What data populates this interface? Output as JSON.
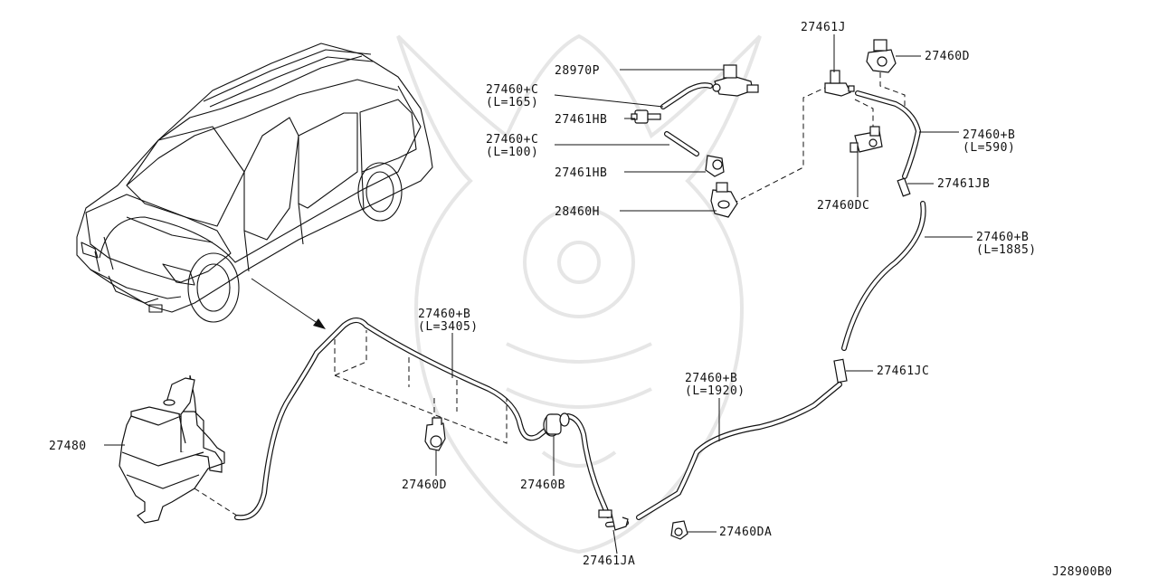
{
  "diagram_code": "J28900B0",
  "parts": {
    "p28970P": "28970P",
    "p27460C_165": "27460+C",
    "p27460C_165_len": "(L=165)",
    "p27461HB_a": "27461HB",
    "p27460C_100": "27460+C",
    "p27460C_100_len": "(L=100)",
    "p27461HB_b": "27461HB",
    "p28460H": "28460H",
    "p27461J": "27461J",
    "p27460D_top": "27460D",
    "p27460B_590": "27460+B",
    "p27460B_590_len": "(L=590)",
    "p27461JB": "27461JB",
    "p27460DC": "27460DC",
    "p27460B_1885": "27460+B",
    "p27460B_1885_len": "(L=1885)",
    "p27460B_3405": "27460+B",
    "p27460B_3405_len": "(L=3405)",
    "p27461JC": "27461JC",
    "p27460B_1920": "27460+B",
    "p27460B_1920_len": "(L=1920)",
    "p27480": "27480",
    "p27460D_bot": "27460D",
    "p27460B": "27460B",
    "p27460DA": "27460DA",
    "p27461JA": "27461JA"
  }
}
